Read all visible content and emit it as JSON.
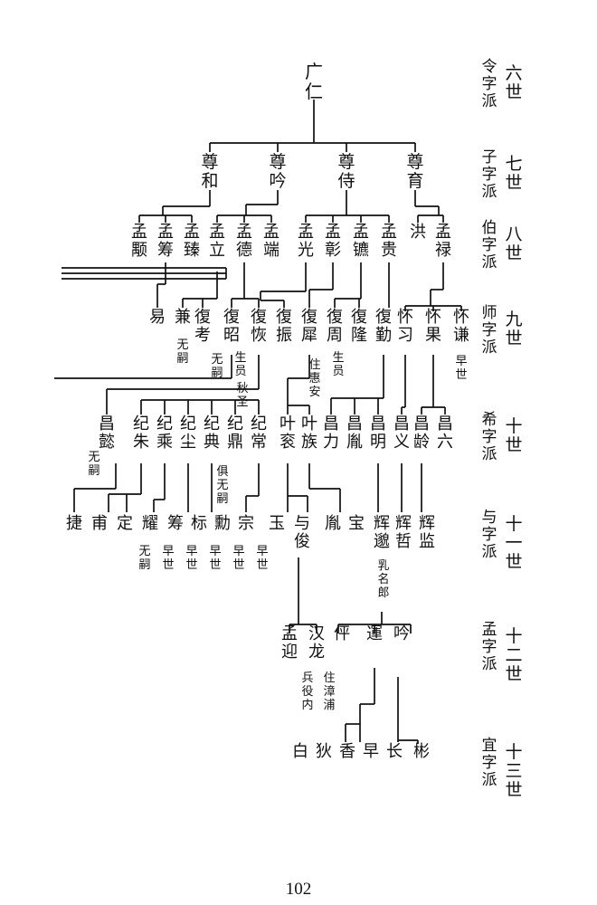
{
  "generations": [
    {
      "gen": "六世",
      "pai": "令字派"
    },
    {
      "gen": "七世",
      "pai": "子字派"
    },
    {
      "gen": "八世",
      "pai": "伯字派"
    },
    {
      "gen": "九世",
      "pai": "师字派"
    },
    {
      "gen": "十世",
      "pai": "希字派"
    },
    {
      "gen": "十一世",
      "pai": "与字派"
    },
    {
      "gen": "十二世",
      "pai": "孟字派"
    },
    {
      "gen": "十三世",
      "pai": "宜字派"
    }
  ],
  "root": "广仁",
  "gen7": [
    "尊和",
    "尊吟",
    "尊侍",
    "尊育"
  ],
  "gen8": [
    "孟颙",
    "孟筹",
    "孟臻",
    "孟立",
    "孟德",
    "孟端",
    "孟光",
    "孟彰",
    "孟镳",
    "孟贵",
    "洪",
    "孟禄"
  ],
  "gen9": [
    "易",
    "兼",
    "復考",
    "復昭",
    "復恢",
    "復振",
    "復犀",
    "復周",
    "復隆",
    "復勤",
    "怀习",
    "怀果",
    "怀谦"
  ],
  "gen10": [
    "昌懿",
    "纪朱",
    "纪乘",
    "纪尘",
    "纪典",
    "纪鼎",
    "纪常",
    "叶衮",
    "叶族",
    "昌力",
    "昌胤",
    "昌明",
    "昌义",
    "昌龄",
    "昌六"
  ],
  "gen11": [
    "捷",
    "甫",
    "定",
    "耀",
    "筹",
    "标",
    "勳",
    "宗",
    "玉",
    "与俊",
    "胤",
    "宝",
    "辉邈",
    "辉哲",
    "辉监"
  ],
  "gen12": [
    "孟迎",
    "汉龙",
    "伻",
    "運",
    "吟"
  ],
  "gen13": [
    "白",
    "狄",
    "香",
    "早",
    "长",
    "彬"
  ],
  "notes": [
    "无嗣",
    "无嗣",
    "生员",
    "秋圣",
    "住惠安",
    "生员",
    "早世",
    "无嗣",
    "俱无嗣",
    "无嗣",
    "早世",
    "早世",
    "早世",
    "早世",
    "早世",
    "乳名郎",
    "兵役内",
    "住漳浦"
  ],
  "page_number": "102"
}
